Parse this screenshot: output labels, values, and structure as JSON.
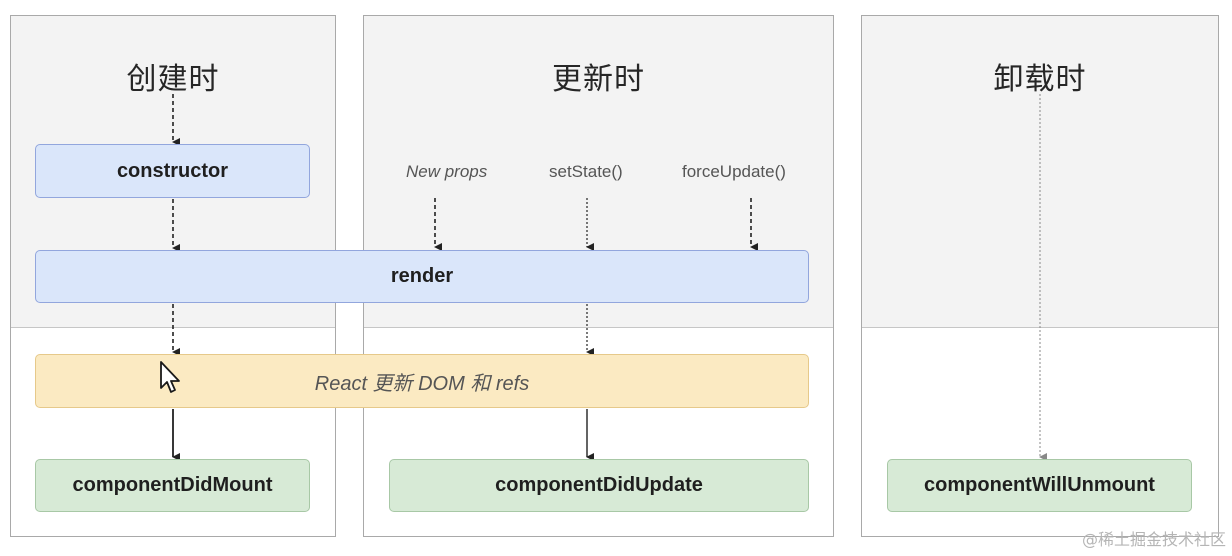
{
  "phases": {
    "mount": "创建时",
    "update": "更新时",
    "unmount": "卸载时"
  },
  "triggers": {
    "new_props": "New props",
    "set_state": "setState()",
    "force_update": "forceUpdate()"
  },
  "nodes": {
    "constructor": "constructor",
    "render": "render",
    "react_update_dom": "React 更新 DOM 和 refs",
    "component_did_mount": "componentDidMount",
    "component_did_update": "componentDidUpdate",
    "component_will_unmount": "componentWillUnmount"
  },
  "watermark": "@稀土掘金技术社区",
  "colors": {
    "blue_box": "#dae6fa",
    "yellow_box": "#fbeac2",
    "green_box": "#d7ead6",
    "panel": "#f3f3f3"
  }
}
